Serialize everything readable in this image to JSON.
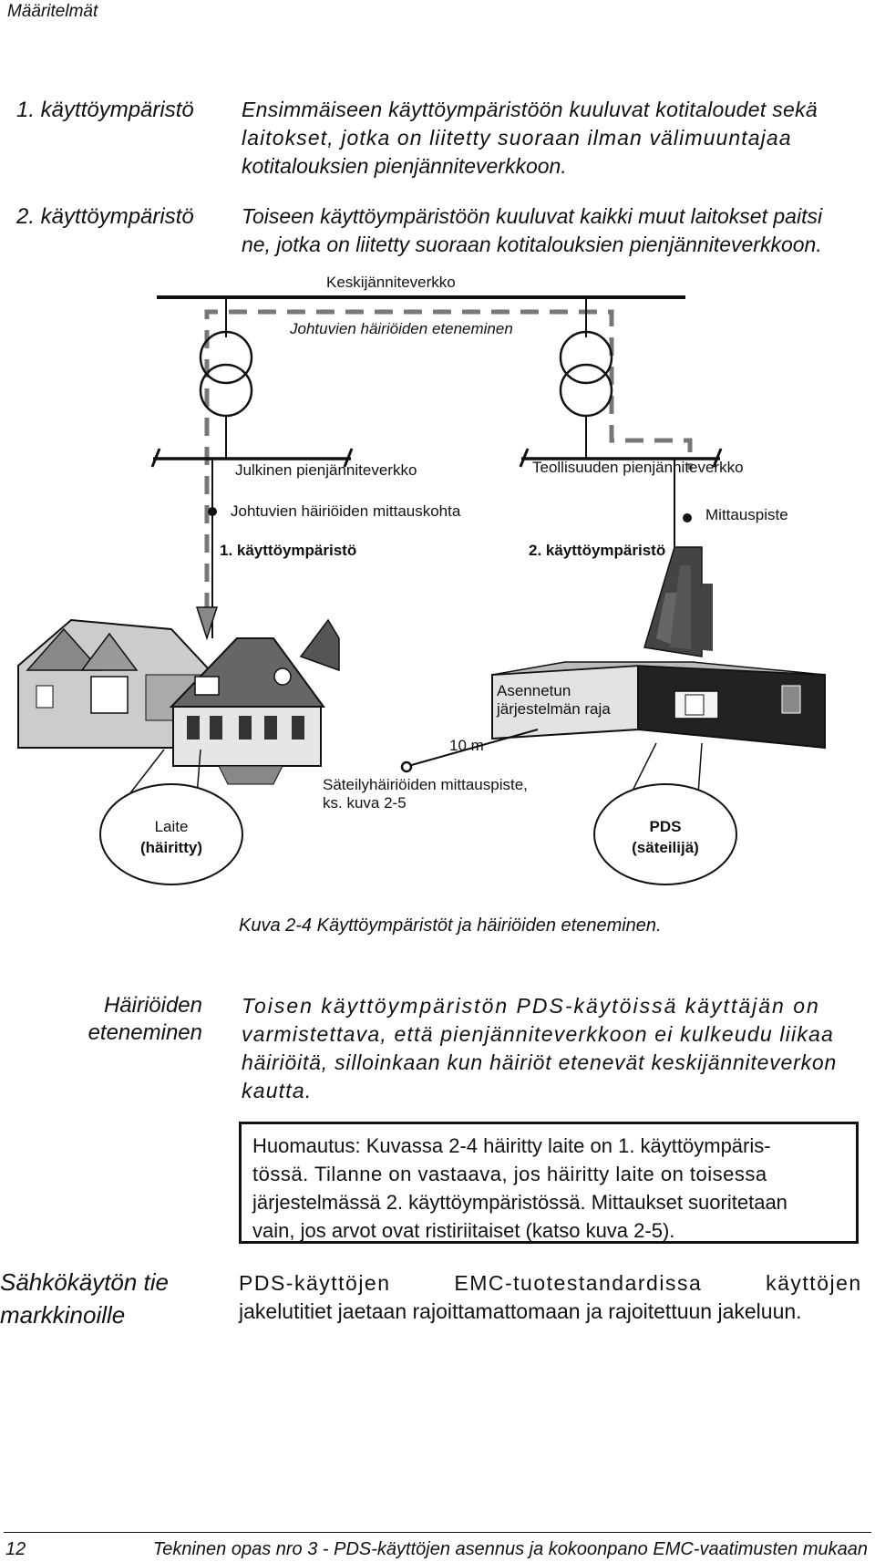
{
  "header": {
    "section": "Määritelmät"
  },
  "env1": {
    "label": "1. käyttöympäristö",
    "lines": [
      "Ensimmäiseen käyttöympäristöön kuuluvat kotitaloudet sekä",
      "laitokset, jotka on liitetty suoraan ilman välimuuntajaa",
      "kotitalouksien pienjänniteverkkoon."
    ]
  },
  "env2": {
    "label": "2. käyttöympäristö",
    "lines": [
      "Toiseen käyttöympäristöön kuuluvat kaikki muut laitokset paitsi",
      "ne, jotka on liitetty suoraan kotitalouksien pienjänniteverkkoon."
    ]
  },
  "diagram": {
    "mv_network": "Keskijänniteverkko",
    "conducted_path": "Johtuvien häiriöiden eteneminen",
    "public_lv": "Julkinen pienjänniteverkko",
    "industrial_lv": "Teollisuuden pienjänniteverkko",
    "conducted_point": "Johtuvien häiriöiden mittauskohta",
    "measurement_point": "Mittauspiste",
    "env1": "1. käyttöympäristö",
    "env2": "2. käyttöympäristö",
    "installation_limit_1": "Asennetun",
    "installation_limit_2": "järjestelmän raja",
    "distance": "10 m",
    "radiated_point_1": "Säteilyhäiriöiden mittauspiste,",
    "radiated_point_2": "ks. kuva 2-5",
    "device_1": "Laite",
    "device_2": "(häiritty)",
    "pds_1": "PDS",
    "pds_2": "(säteilijä)"
  },
  "caption": "Kuva 2-4 Käyttöympäristöt ja häiriöiden eteneminen.",
  "propagation": {
    "label_1": "Häiriöiden",
    "label_2": "eteneminen",
    "lines": [
      "Toisen käyttöympäristön PDS-käytöissä käyttäjän on",
      "varmistettava, että pienjänniteverkkoon ei kulkeudu liikaa",
      "häiriöitä, silloinkaan kun häiriöt etenevät keskijänniteverkon",
      "kautta."
    ]
  },
  "note": {
    "lines": [
      "Huomautus: Kuvassa 2-4 häiritty laite on 1. käyttöympäris-",
      "tössä. Tilanne on vastaava, jos häiritty laite on toisessa",
      "järjestelmässä 2. käyttöympäristössä. Mittaukset suoritetaan",
      "vain, jos arvot ovat ristiriitaiset (katso kuva 2-5)."
    ]
  },
  "market": {
    "label_1": "Sähkökäytön tie",
    "label_2": "markkinoille",
    "lines": [
      "PDS-käyttöjen EMC-tuotestandardissa käyttöjen",
      "jakelutitiet jaetaan rajoittamattomaan ja rajoitettuun jakeluun."
    ]
  },
  "footer": {
    "page": "12",
    "title": "Tekninen opas nro 3 -  PDS-käyttöjen asennus ja kokoonpano EMC-vaatimusten mukaan"
  }
}
